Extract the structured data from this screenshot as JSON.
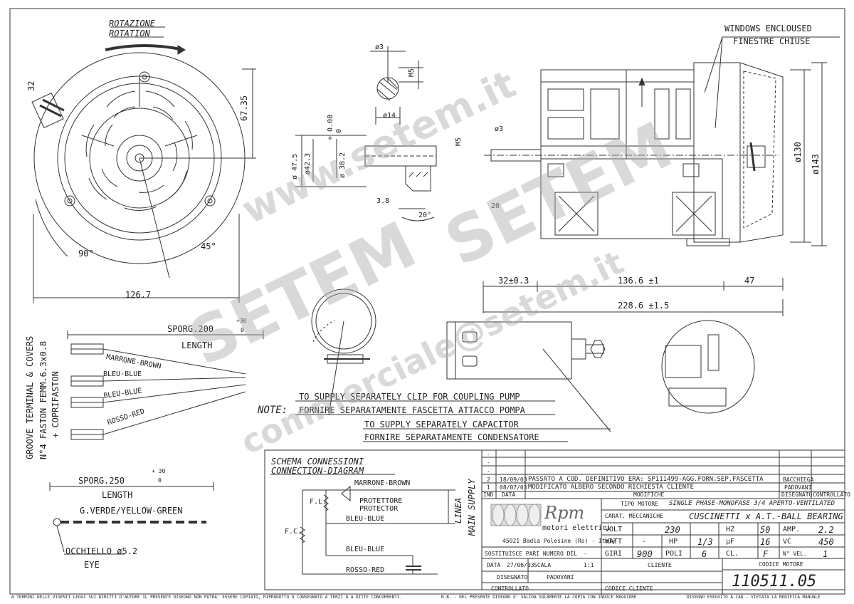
{
  "rotation": {
    "it": "ROTAZIONE",
    "en": "ROTATION"
  },
  "windows": {
    "en": "WINDOWS ENCLOUSED",
    "it": "FINESTRE CHIUSE"
  },
  "dims": {
    "d32": "32",
    "d67_35": "67.35",
    "d126_7": "126.7",
    "a90": "90°",
    "a45": "45°",
    "phi3": "ø3",
    "m5": "M5",
    "phi14": "ø14",
    "phi47_5": "ø 47.5",
    "phi42_3": "ø42.3",
    "phi38_2": "ø 38.2",
    "tol_p": "+ 0.08",
    "tol_0": "0",
    "d3_8": "3.8",
    "a20": "20°",
    "phi3b": "ø3",
    "m5b": "M5",
    "d20": "20",
    "d32_3": "32±0.3",
    "d136_6": "136.6 ±1",
    "d228_6": "228.6 ±1.5",
    "d47": "47",
    "phi130": "ø130",
    "phi143": "ø143"
  },
  "leads": {
    "sporg200": "SPORG.200",
    "sporg200_tol_top": "+30",
    "sporg200_tol_bot": "0",
    "length": "LENGTH",
    "brown": "MARRONE-BROWN",
    "blue1": "BLEU-BLUE",
    "blue2": "BLEU-BLUE",
    "red": "ROSSO-RED",
    "groove1": "GROOVE TERMINAL & COVERS",
    "groove2": "N°4 FASTON FEMM.6.3x0.8",
    "groove3": "+ COPRIFASTON",
    "sporg250": "SPORG.250",
    "sporg250_tol_top": "+ 30",
    "sporg250_tol_bot": "0",
    "length2": "LENGTH",
    "gv": "G.VERDE/YELLOW-GREEN",
    "eyelet": "OCCHIELLO ø5.2",
    "eye": "EYE"
  },
  "notes": {
    "clip_en": "TO SUPPLY SEPARATELY CLIP FOR COUPLING PUMP",
    "note_label": "NOTE:",
    "clip_it": "FORNIRE SEPARATAMENTE FASCETTA ATTACCO POMPA",
    "cap_en": "TO SUPPLY SEPARATELY CAPACITOR",
    "cap_it": "FORNIRE SEPARATAMENTE CONDENSATORE"
  },
  "schema": {
    "it": "SCHEMA CONNESSIONI",
    "en": "CONNECTION-DIAGRAM",
    "brown": "MARRONE-BROWN",
    "prot_it": "PROTETTORE",
    "prot_en": "PROTECTOR",
    "blue1": "BLEU-BLUE",
    "blue2": "BLEU-BLUE",
    "red": "ROSSO-RED",
    "fl": "F.L.",
    "fc": "F.C.",
    "linea": "LINEA",
    "main": "MAIN SUPPLY"
  },
  "title_block": {
    "rev_dash": "-",
    "rev2": {
      "ind": "2",
      "date": "18/09/03",
      "text": "PASSATO A COD. DEFINITIVO ERA: SP111499-AGG.FORN.SEP.FASCETTA",
      "by": "BACCHIEGA"
    },
    "rev1": {
      "ind": "1",
      "date": "08/07/03",
      "text": "MODIFICATO ALBERO SECONDO RICHIESTA CLIENTE",
      "by": "PADOVANI"
    },
    "hdr_ind": "IND",
    "hdr_date": "DATA",
    "hdr_mod": "MODIFICHE",
    "hdr_dis": "DISEGNATO",
    "hdr_ctrl": "CONTROLLATO",
    "logo": "Rpm",
    "logo_sub": "motori elettrici",
    "address": "45021 Badia Polesine (Ro) - Italy",
    "tipo_label": "TIPO MOTORE",
    "tipo_val": "SINGLE PHASE-MONOFASE  3/4 APERTO-VENTILATED",
    "carat_label": "CARAT. MECCANICHE",
    "carat_val": "CUSCINETTI x A.T.-BALL BEARING",
    "volt_l": "VOLT",
    "volt_v": "230",
    "hz_l": "HZ",
    "hz_v": "50",
    "amp_l": "AMP.",
    "amp_v": "2.2",
    "watt_l": "WATT",
    "watt_v": "-",
    "hp_l": "HP",
    "hp_v": "1/3",
    "uf_l": "µF",
    "uf_v": "16",
    "vc_l": "VC",
    "vc_v": "450",
    "giri_l": "GIRI",
    "giri_v": "900",
    "poli_l": "POLI",
    "poli_v": "6",
    "cl_l": "CL.",
    "cl_v": "F",
    "nvel_l": "N° VEL.",
    "nvel_v": "1",
    "sost_l": "SOSTITUISCE PARI NUMERO DEL",
    "sost_v": "-",
    "data_l": "DATA",
    "data_v": "27/06/03",
    "scala_l": "SCALA",
    "scala_v": "1:1",
    "dis_l": "DISEGNATO",
    "dis_v": "PADOVANI",
    "ctrl_l": "CONTROLLATO",
    "cliente_l": "CLIENTE",
    "cod_cliente_l": "CODICE CLIENTE",
    "cod_motore_l": "CODICE MOTORE",
    "cod_motore_v": "110511.05"
  },
  "footer": {
    "left": "A TERMINI DELLE VIGENTI LEGGI SUI DIRITTI D'AUTORE IL PRESENTE DISEGNO NON POTRA' ESSERE COPIATO, RIPRODOTTO O CONSEGNATO A TERZI O A DITTE CONCORRENTI.",
    "mid": "N.B. - DEL PRESENTE DISEGNO E' VALIDA SOLAMENTE LA COPIA CON INDICE MAGGIORE.",
    "right": "DISEGNO ESEGUITO A CAD - VIETATA LA MODIFICA MANUALE"
  },
  "watermarks": {
    "url": "www.setem.it",
    "brand1": "SETEM",
    "brand2": "SETEM",
    "mail": "commerciale@setem.it"
  }
}
